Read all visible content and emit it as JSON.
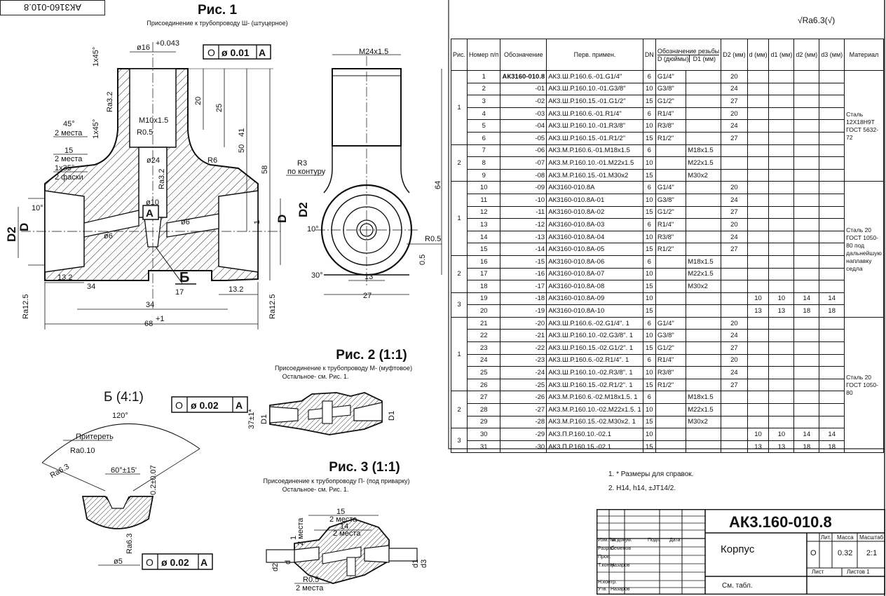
{
  "stamp": "АК3160-010.8",
  "fig1": {
    "title": "Рис. 1",
    "subtitle": "Присоединение к трубопроводу Ш- (штуцерное)"
  },
  "fig2": {
    "title": "Рис. 2 (1:1)",
    "subtitle1": "Присоединение к трубопроводу М- (муфтовое)",
    "subtitle2": "Остальное- см. Рис. 1."
  },
  "fig3": {
    "title": "Рис. 3 (1:1)",
    "subtitle1": "Присоединение к трубопроводу П- (под приварку)",
    "subtitle2": "Остальное- см. Рис. 1."
  },
  "detail": {
    "title": "Б (4:1)",
    "tol_top": "0.02",
    "tol_bottom": "0.02",
    "datum": "A",
    "angle_top": "120°",
    "lap_note": "Притереть",
    "ra_lap": "Ra0.10",
    "ra63": "Ra6.3",
    "angle": "60°±15'",
    "dim_02": "0.2±0.07",
    "dim_5": "ø5"
  },
  "roughness": "Ra6.3",
  "fig1_dims": {
    "tol": "0.01",
    "datum": "A",
    "d16": "ø16",
    "d16_tol": "+0.043",
    "m10": "M10x1.5",
    "r05": "R0.5",
    "d24": "ø24",
    "r6": "R6",
    "d10": "ø10",
    "d6a": "ø6",
    "d6b": "ø6",
    "chamfer1": "1x45°",
    "chamfer2": "1x45°",
    "chamfer3": "1x35°",
    "chamfer3_note": "2 фаски",
    "ang45": "45°",
    "ang45_note": "2 места",
    "d15": "15",
    "d15_note": "2 места",
    "ang10": "10°",
    "ang10b": "10°",
    "l20": "20",
    "l25": "25",
    "l41": "41",
    "l50": "50",
    "l58": "58",
    "l132a": "13.2",
    "l132b": "13.2",
    "l34a": "34",
    "l17": "17",
    "l34b": "34",
    "l68": "68",
    "l68_tol": "+1",
    "ra125a": "Ra12.5",
    "ra125b": "Ra12.5",
    "ra32a": "Ra3.2",
    "ra32b": "Ra3.2",
    "D2a": "D2",
    "Da": "D",
    "D2b": "D2",
    "Db": "D",
    "A": "A",
    "B": "Б",
    "m24": "M24x1.5",
    "r3": "R3",
    "r3_note": "по контуру",
    "l64": "64",
    "r05b": "R0.5",
    "l05": "0.5",
    "ang30": "30°",
    "l13": "13",
    "l27": "27",
    "l1": "1"
  },
  "fig2_dims": {
    "l37": "37±1*",
    "D1a": "D1",
    "D1b": "D1"
  },
  "fig3_dims": {
    "l15": "15",
    "l15_note": "2 места",
    "l14": "14",
    "l14_note": "2 места",
    "l1": "1",
    "l1_note": "2 места",
    "d2": "d2",
    "d": "d",
    "r05": "R0.5",
    "r05_note": "2 места",
    "d1": "d1",
    "d3": "d3"
  },
  "table": {
    "headers": [
      "Рис.",
      "Номер п/п",
      "Обозначение",
      "Перв. примен.",
      "DN",
      "Обозначение резьбы",
      "D (дюймы)",
      "D1 (мм)",
      "D2 (мм)",
      "d (мм)",
      "d1 (мм)",
      "d2 (мм)",
      "d3 (мм)",
      "Материал"
    ],
    "rows": [
      [
        "1",
        "АК3160-010.8",
        "АК3.Ш.Р.160.6.-01.G1/4\"",
        "6",
        "G1/4\"",
        "",
        "20",
        "",
        "",
        "",
        ""
      ],
      [
        "2",
        "-01",
        "АК3.Ш.Р.160.10.-01.G3/8\"",
        "10",
        "G3/8\"",
        "",
        "24",
        "",
        "",
        "",
        ""
      ],
      [
        "3",
        "-02",
        "АК3.Ш.Р.160.15.-01.G1/2\"",
        "15",
        "G1/2\"",
        "",
        "27",
        "",
        "",
        "",
        ""
      ],
      [
        "4",
        "-03",
        "АК3.Ш.Р.160.6.-01.R1/4\"",
        "6",
        "R1/4\"",
        "",
        "20",
        "",
        "",
        "",
        ""
      ],
      [
        "5",
        "-04",
        "АК3.Ш.Р.160.10.-01.R3/8\"",
        "10",
        "R3/8\"",
        "",
        "24",
        "",
        "",
        "",
        ""
      ],
      [
        "6",
        "-05",
        "АК3.Ш.Р.160.15.-01.R1/2\"",
        "15",
        "R1/2\"",
        "",
        "27",
        "",
        "",
        "",
        ""
      ],
      [
        "7",
        "-06",
        "АК3.М.Р.160.6.-01.М18х1.5",
        "6",
        "",
        "М18х1.5",
        "",
        "",
        "",
        "",
        ""
      ],
      [
        "8",
        "-07",
        "АК3.М.Р.160.10.-01.М22х1.5",
        "10",
        "",
        "М22х1.5",
        "",
        "",
        "",
        "",
        ""
      ],
      [
        "9",
        "-08",
        "АК3.М.Р.160.15.-01.М30х2",
        "15",
        "",
        "М30х2",
        "",
        "",
        "",
        "",
        ""
      ],
      [
        "10",
        "-09",
        "АК3160-010.8А",
        "6",
        "G1/4\"",
        "",
        "20",
        "",
        "",
        "",
        ""
      ],
      [
        "11",
        "-10",
        "АК3160-010.8А-01",
        "10",
        "G3/8\"",
        "",
        "24",
        "",
        "",
        "",
        ""
      ],
      [
        "12",
        "-11",
        "АК3160-010.8А-02",
        "15",
        "G1/2\"",
        "",
        "27",
        "",
        "",
        "",
        ""
      ],
      [
        "13",
        "-12",
        "АК3160-010.8А-03",
        "6",
        "R1/4\"",
        "",
        "20",
        "",
        "",
        "",
        ""
      ],
      [
        "14",
        "-13",
        "АК3160-010.8А-04",
        "10",
        "R3/8\"",
        "",
        "24",
        "",
        "",
        "",
        ""
      ],
      [
        "15",
        "-14",
        "АК3160-010.8А-05",
        "15",
        "R1/2\"",
        "",
        "27",
        "",
        "",
        "",
        ""
      ],
      [
        "16",
        "-15",
        "АК3160-010.8А-06",
        "6",
        "",
        "М18х1.5",
        "",
        "",
        "",
        "",
        ""
      ],
      [
        "17",
        "-16",
        "АК3160-010.8А-07",
        "10",
        "",
        "М22х1.5",
        "",
        "",
        "",
        "",
        ""
      ],
      [
        "18",
        "-17",
        "АК3160-010.8А-08",
        "15",
        "",
        "М30х2",
        "",
        "",
        "",
        "",
        ""
      ],
      [
        "19",
        "-18",
        "АК3160-010.8А-09",
        "10",
        "",
        "",
        "",
        "10",
        "10",
        "14",
        "14"
      ],
      [
        "20",
        "-19",
        "АК3160-010.8А-10",
        "15",
        "",
        "",
        "",
        "13",
        "13",
        "18",
        "18"
      ],
      [
        "21",
        "-20",
        "АК3.Ш.Р.160.6.-02.G1/4\". 1",
        "6",
        "G1/4\"",
        "",
        "20",
        "",
        "",
        "",
        ""
      ],
      [
        "22",
        "-21",
        "АК3.Ш.Р.160.10.-02.G3/8\". 1",
        "10",
        "G3/8\"",
        "",
        "24",
        "",
        "",
        "",
        ""
      ],
      [
        "23",
        "-22",
        "АК3.Ш.Р.160.15.-02.G1/2\". 1",
        "15",
        "G1/2\"",
        "",
        "27",
        "",
        "",
        "",
        ""
      ],
      [
        "24",
        "-23",
        "АК3.Ш.Р.160.6.-02.R1/4\". 1",
        "6",
        "R1/4\"",
        "",
        "20",
        "",
        "",
        "",
        ""
      ],
      [
        "25",
        "-24",
        "АК3.Ш.Р.160.10.-02.R3/8\". 1",
        "10",
        "R3/8\"",
        "",
        "24",
        "",
        "",
        "",
        ""
      ],
      [
        "26",
        "-25",
        "АК3.Ш.Р.160.15.-02.R1/2\". 1",
        "15",
        "R1/2\"",
        "",
        "27",
        "",
        "",
        "",
        ""
      ],
      [
        "27",
        "-26",
        "АК3.М.Р.160.6.-02.М18х1.5. 1",
        "6",
        "",
        "М18х1.5",
        "",
        "",
        "",
        "",
        ""
      ],
      [
        "28",
        "-27",
        "АК3.М.Р.160.10.-02.М22х1.5. 1",
        "10",
        "",
        "М22х1.5",
        "",
        "",
        "",
        "",
        ""
      ],
      [
        "29",
        "-28",
        "АК3.М.Р.160.15.-02.М30х2. 1",
        "15",
        "",
        "М30х2",
        "",
        "",
        "",
        "",
        ""
      ],
      [
        "30",
        "-29",
        "АК3.П.Р.160.10.-02.1",
        "10",
        "",
        "",
        "",
        "10",
        "10",
        "14",
        "14"
      ],
      [
        "31",
        "-30",
        "АК3.П.Р.160.15.-02.1",
        "15",
        "",
        "",
        "",
        "13",
        "13",
        "18",
        "18"
      ]
    ],
    "fig_groups": [
      {
        "fig": "1",
        "span": 6
      },
      {
        "fig": "2",
        "span": 3
      },
      {
        "fig": "1",
        "span": 6
      },
      {
        "fig": "2",
        "span": 3
      },
      {
        "fig": "3",
        "span": 2
      },
      {
        "fig": "1",
        "span": 6
      },
      {
        "fig": "2",
        "span": 3
      },
      {
        "fig": "3",
        "span": 2
      }
    ],
    "materials": [
      {
        "text": "Сталь 12Х18Н9Т ГОСТ 5632-72",
        "span": 9
      },
      {
        "text": "Сталь 20 ГОСТ 1050-80 под дальнейшую наплавку седла",
        "span": 11
      },
      {
        "text": "Сталь 20 ГОСТ 1050-80",
        "span": 11
      }
    ]
  },
  "notes": [
    "1. * Размеры для справок.",
    "2. Н14, h14, ±JT14/2."
  ],
  "titleblock": {
    "code": "АК3.160-010.8",
    "name": "Корпус",
    "material": "См. табл.",
    "lit": "Лит.",
    "mass_label": "Масса",
    "scale_label": "Масштаб",
    "mass": "0.32",
    "scale": "2:1",
    "lit_val": "О",
    "sheet": "Лист",
    "sheets": "Листов 1",
    "rows": [
      "Изм.Лист",
      "№ докум.",
      "Подп.",
      "Дата",
      "Разраб.",
      "Семенов",
      "Пров.",
      "Т.контр.",
      "Назаров",
      "Н.контр.",
      "Утв.",
      "Назаров"
    ]
  }
}
